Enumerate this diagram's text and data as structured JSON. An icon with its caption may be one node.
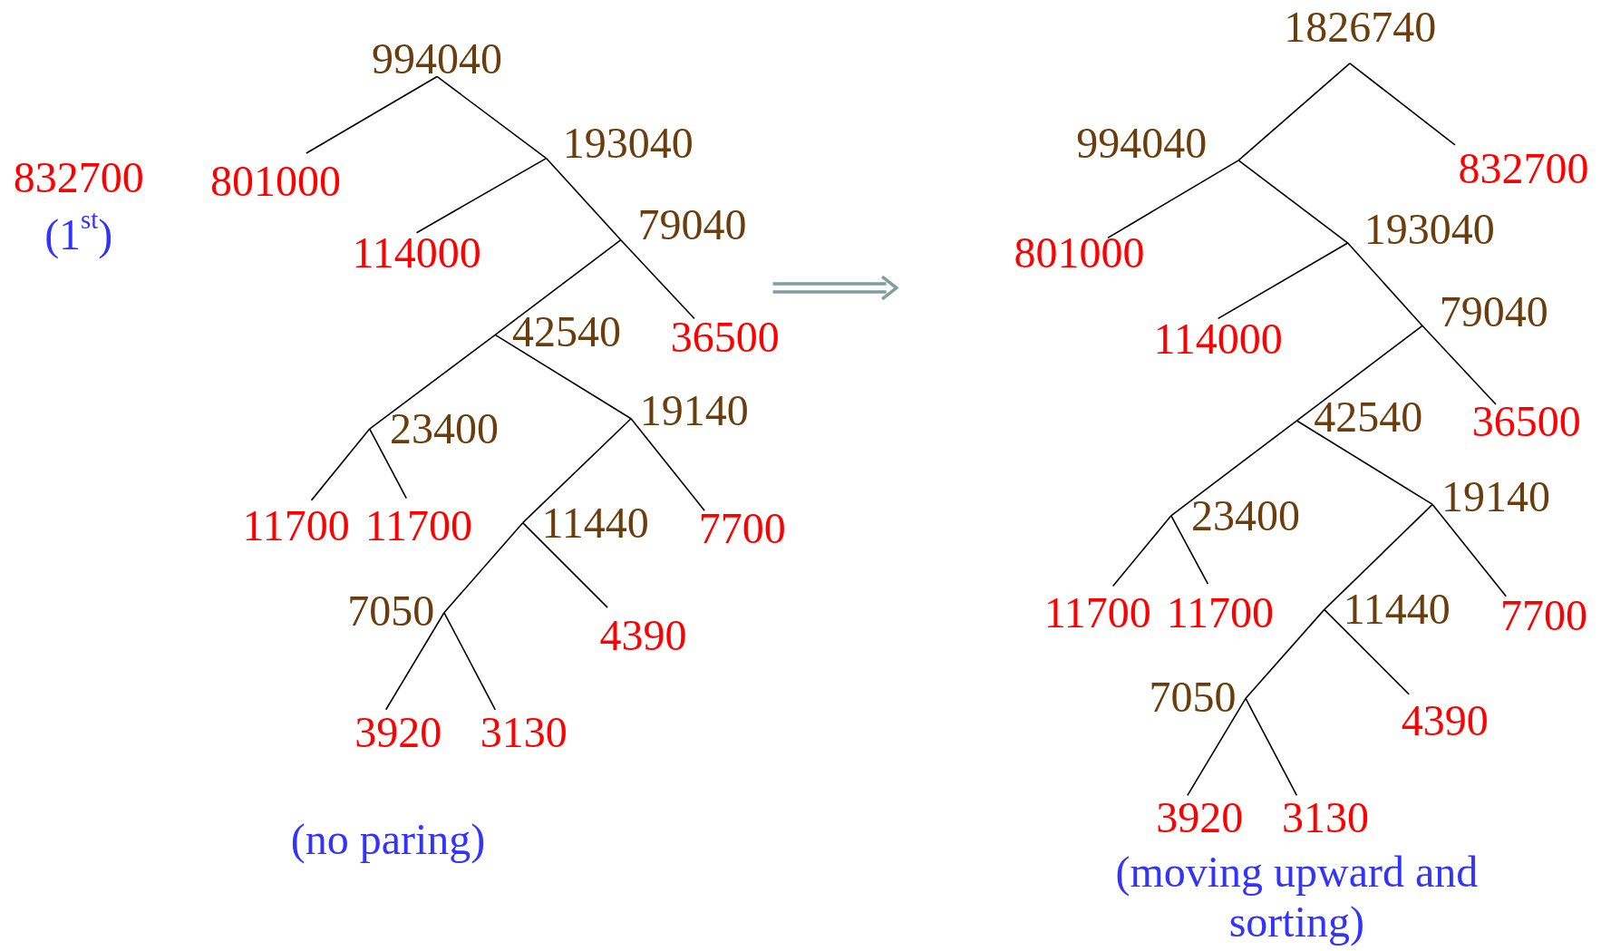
{
  "diagram": {
    "nodes": [
      {
        "text": [
          "994040"
        ]
      },
      {
        "text": [
          "801000"
        ]
      },
      {
        "text": [
          "193040"
        ]
      },
      {
        "text": [
          "114000"
        ]
      },
      {
        "text": [
          "79040"
        ]
      },
      {
        "text": [
          "42540"
        ]
      },
      {
        "text": [
          "36500"
        ]
      },
      {
        "text": [
          "23400"
        ]
      },
      {
        "text": [
          "19140"
        ]
      },
      {
        "text": [
          "11700"
        ]
      },
      {
        "text": [
          "11700"
        ]
      },
      {
        "text": [
          "11440"
        ]
      },
      {
        "text": [
          "7700"
        ]
      },
      {
        "text": [
          "7050"
        ]
      },
      {
        "text": [
          "4390"
        ]
      },
      {
        "text": [
          "3920"
        ]
      },
      {
        "text": [
          "3130"
        ]
      },
      {
        "text": [
          "1826740"
        ]
      },
      {
        "text": [
          "994040"
        ]
      },
      {
        "text": [
          "832700"
        ]
      },
      {
        "text": [
          "801000"
        ]
      },
      {
        "text": [
          "193040"
        ]
      },
      {
        "text": [
          "114000"
        ]
      },
      {
        "text": [
          "79040"
        ]
      },
      {
        "text": [
          "42540"
        ]
      },
      {
        "text": [
          "36500"
        ]
      },
      {
        "text": [
          "23400"
        ]
      },
      {
        "text": [
          "19140"
        ]
      },
      {
        "text": [
          "11700"
        ]
      },
      {
        "text": [
          "11700"
        ]
      },
      {
        "text": [
          "11440"
        ]
      },
      {
        "text": [
          "7700"
        ]
      },
      {
        "text": [
          "7050"
        ]
      },
      {
        "text": [
          "4390"
        ]
      },
      {
        "text": [
          "3920"
        ]
      },
      {
        "text": [
          "3130"
        ]
      }
    ],
    "edges": [
      {
        "from": 0,
        "to": 1,
        "arrow": "none"
      },
      {
        "from": 0,
        "to": 2,
        "arrow": "none"
      },
      {
        "from": 2,
        "to": 3,
        "arrow": "none"
      },
      {
        "from": 2,
        "to": 4,
        "arrow": "none"
      },
      {
        "from": 4,
        "to": 5,
        "arrow": "none"
      },
      {
        "from": 4,
        "to": 6,
        "arrow": "none"
      },
      {
        "from": 5,
        "to": 7,
        "arrow": "none"
      },
      {
        "from": 5,
        "to": 8,
        "arrow": "none"
      },
      {
        "from": 7,
        "to": 9,
        "arrow": "none"
      },
      {
        "from": 7,
        "to": 10,
        "arrow": "none"
      },
      {
        "from": 8,
        "to": 11,
        "arrow": "none"
      },
      {
        "from": 8,
        "to": 12,
        "arrow": "none"
      },
      {
        "from": 11,
        "to": 13,
        "arrow": "none"
      },
      {
        "from": 11,
        "to": 14,
        "arrow": "none"
      },
      {
        "from": 13,
        "to": 15,
        "arrow": "none"
      },
      {
        "from": 13,
        "to": 16,
        "arrow": "none"
      },
      {
        "from": 17,
        "to": 18,
        "arrow": "none"
      },
      {
        "from": 17,
        "to": 19,
        "arrow": "none"
      },
      {
        "from": 18,
        "to": 20,
        "arrow": "none"
      },
      {
        "from": 18,
        "to": 21,
        "arrow": "none"
      },
      {
        "from": 21,
        "to": 22,
        "arrow": "none"
      },
      {
        "from": 21,
        "to": 23,
        "arrow": "none"
      },
      {
        "from": 23,
        "to": 24,
        "arrow": "none"
      },
      {
        "from": 23,
        "to": 25,
        "arrow": "none"
      },
      {
        "from": 24,
        "to": 26,
        "arrow": "none"
      },
      {
        "from": 24,
        "to": 27,
        "arrow": "none"
      },
      {
        "from": 26,
        "to": 28,
        "arrow": "none"
      },
      {
        "from": 26,
        "to": 29,
        "arrow": "none"
      },
      {
        "from": 27,
        "to": 30,
        "arrow": "none"
      },
      {
        "from": 27,
        "to": 31,
        "arrow": "none"
      },
      {
        "from": 30,
        "to": 32,
        "arrow": "none"
      },
      {
        "from": 30,
        "to": 33,
        "arrow": "none"
      },
      {
        "from": 32,
        "to": 34,
        "arrow": "none"
      },
      {
        "from": 32,
        "to": 35,
        "arrow": "none"
      }
    ],
    "labels": [
      "832700",
      "(1$^{st}$)",
      "(no paring)",
      "(moving upward and sorting)"
    ]
  }
}
